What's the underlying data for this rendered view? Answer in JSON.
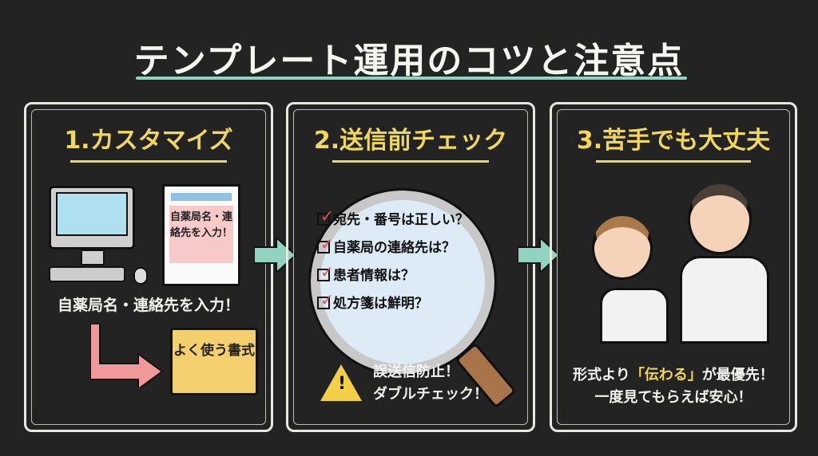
{
  "title": "テンプレート運用のコツと注意点",
  "panels": [
    {
      "heading": "1.カスタマイズ",
      "doc_note": "自薬局名・連絡先を入力！",
      "caption": "自薬局名・連絡先を入力！",
      "folder_label": "よく使う書式"
    },
    {
      "heading": "2.送信前チェック",
      "checklist": [
        "宛先・番号は正しい？",
        "自薬局の連絡先は？",
        "患者情報は？",
        "処方箋は鮮明？"
      ],
      "warning_line1": "誤送信防止！",
      "warning_line2": "ダブルチェック！"
    },
    {
      "heading": "3.苦手でも大丈夫",
      "caption_pre": "形式より",
      "caption_highlight": "「伝わる」",
      "caption_post": "が最優先！",
      "caption_line2": "一度見てもらえば安心！"
    }
  ],
  "colors": {
    "board": "#222322",
    "accent_yellow": "#f1d75a",
    "accent_teal": "#8fd3c0",
    "arrow": "#8fd3c0"
  }
}
